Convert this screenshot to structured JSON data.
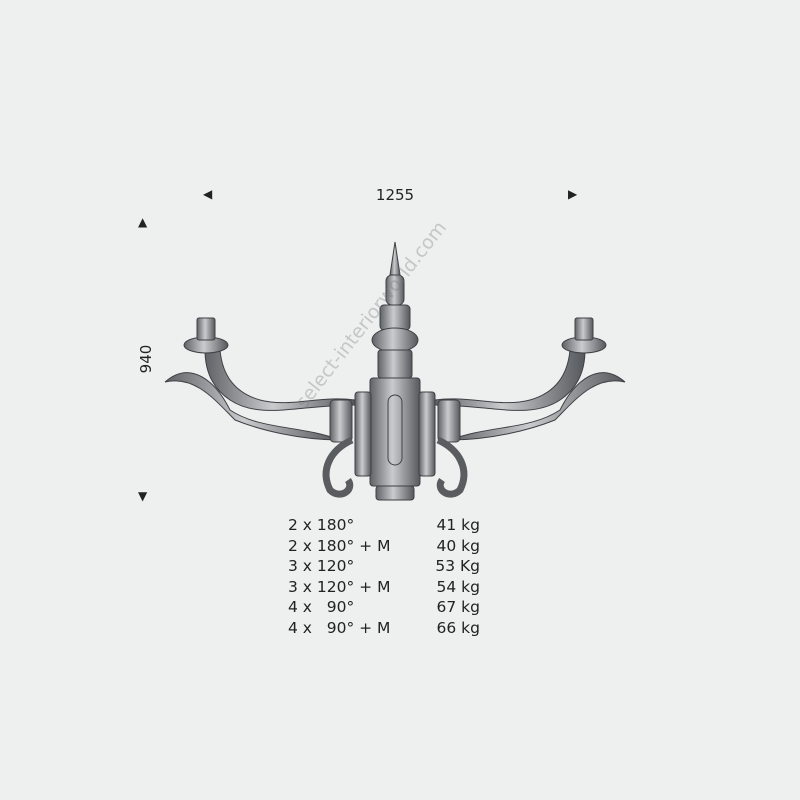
{
  "dimensions": {
    "width": "1255",
    "height": "940"
  },
  "watermark": "select-interiorworld.com",
  "configurations": [
    {
      "config": "2 x 180°",
      "weight": "41 kg"
    },
    {
      "config": "2 x 180° + M",
      "weight": "40 kg"
    },
    {
      "config": "3 x 120°",
      "weight": "53 Kg"
    },
    {
      "config": "3 x 120° + M",
      "weight": "54 kg"
    },
    {
      "config": "4 x   90°",
      "weight": "67 kg"
    },
    {
      "config": "4 x   90° + M",
      "weight": "66 kg"
    }
  ],
  "colors": {
    "background": "#eef0ef",
    "metal": "#8a8d90",
    "text": "#222222"
  }
}
